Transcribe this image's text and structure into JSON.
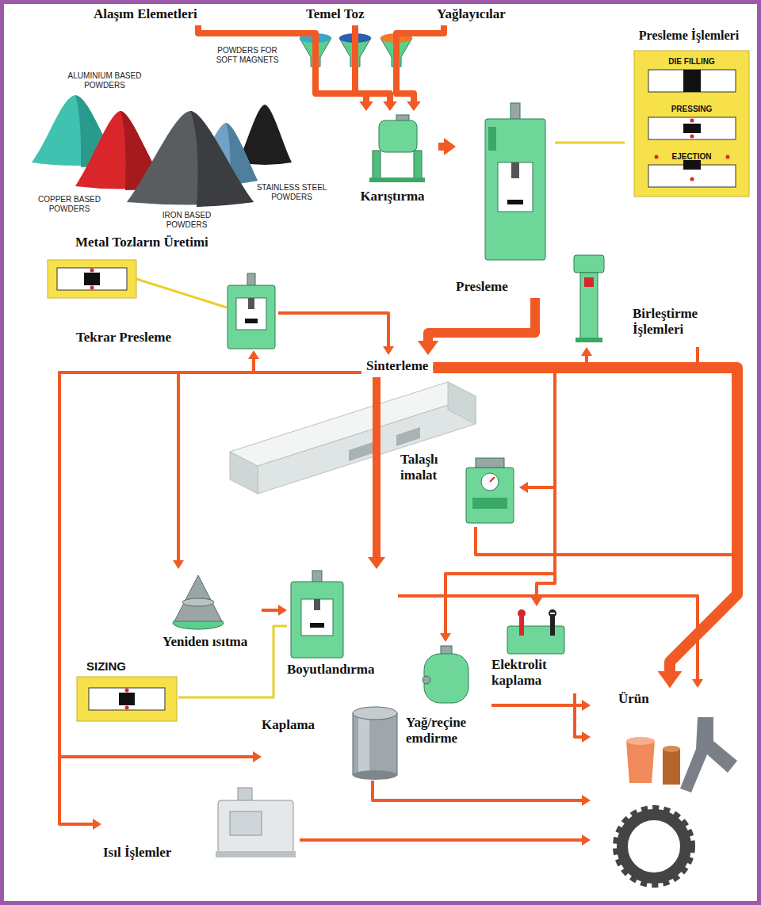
{
  "diagram": {
    "nodes": [
      {
        "text": [
          "Alaşım Elemetleri"
        ]
      },
      {
        "text": [
          "Temel Toz"
        ]
      },
      {
        "text": [
          "Yağlayıcılar"
        ]
      },
      {
        "text": [
          "Karıştırma"
        ]
      },
      {
        "text": [
          "Presleme"
        ]
      },
      {
        "text": [
          "Presleme İşlemleri",
          "DIE FILLING",
          "PRESSING",
          "EJECTION"
        ]
      },
      {
        "text": [
          "Sinterleme"
        ]
      },
      {
        "text": [
          "Tekrar Presleme"
        ]
      },
      {
        "text": [
          "Birleştirme İşlemleri"
        ]
      },
      {
        "text": [
          "Talaşlı imalat"
        ]
      },
      {
        "text": [
          "Yeniden ısıtma"
        ]
      },
      {
        "text": [
          "Boyutlandırma"
        ]
      },
      {
        "text": [
          "SIZING"
        ]
      },
      {
        "text": [
          "Elektrolit kaplama"
        ]
      },
      {
        "text": [
          "Yağ/reçine emdirme"
        ]
      },
      {
        "text": [
          "Kaplama"
        ]
      },
      {
        "text": [
          "Isıl İşlemler"
        ]
      },
      {
        "text": [
          "Ürün"
        ]
      }
    ],
    "edges": [
      {
        "from": 0,
        "to": 3,
        "arrow": "to"
      },
      {
        "from": 1,
        "to": 3,
        "arrow": "to"
      },
      {
        "from": 2,
        "to": 3,
        "arrow": "to"
      },
      {
        "from": 3,
        "to": 4,
        "arrow": "to"
      },
      {
        "from": 4,
        "to": 6,
        "arrow": "to"
      },
      {
        "from": 5,
        "to": 4,
        "arrow": "none"
      },
      {
        "from": 6,
        "to": 7,
        "arrow": "to"
      },
      {
        "from": 7,
        "to": 6,
        "arrow": "to"
      },
      {
        "from": 6,
        "to": 8,
        "arrow": "to"
      },
      {
        "from": 6,
        "to": 9,
        "arrow": "to"
      },
      {
        "from": 6,
        "to": 10,
        "arrow": "to"
      },
      {
        "from": 10,
        "to": 11,
        "arrow": "to"
      },
      {
        "from": 6,
        "to": 11,
        "arrow": "to"
      },
      {
        "from": 12,
        "to": 11,
        "arrow": "none"
      },
      {
        "from": 6,
        "to": 13,
        "arrow": "to"
      },
      {
        "from": 6,
        "to": 14,
        "arrow": "to"
      },
      {
        "from": 6,
        "to": 15,
        "arrow": "to"
      },
      {
        "from": 6,
        "to": 16,
        "arrow": "to"
      },
      {
        "from": 6,
        "to": 17,
        "arrow": "to"
      },
      {
        "from": 8,
        "to": 17,
        "arrow": "to"
      },
      {
        "from": 9,
        "to": 17,
        "arrow": "to"
      },
      {
        "from": 11,
        "to": 17,
        "arrow": "to"
      },
      {
        "from": 13,
        "to": 17,
        "arrow": "to"
      },
      {
        "from": 14,
        "to": 17,
        "arrow": "to"
      },
      {
        "from": 15,
        "to": 17,
        "arrow": "to"
      },
      {
        "from": 16,
        "to": 17,
        "arrow": "to"
      }
    ],
    "labels": [
      "ALUMINIUM BASED POWDERS",
      "POWDERS FOR SOFT MAGNETS",
      "COPPER BASED POWDERS",
      "STAINLESS STEEL POWDERS",
      "IRON BASED POWDERS",
      "Metal Tozların Üretimi"
    ]
  }
}
